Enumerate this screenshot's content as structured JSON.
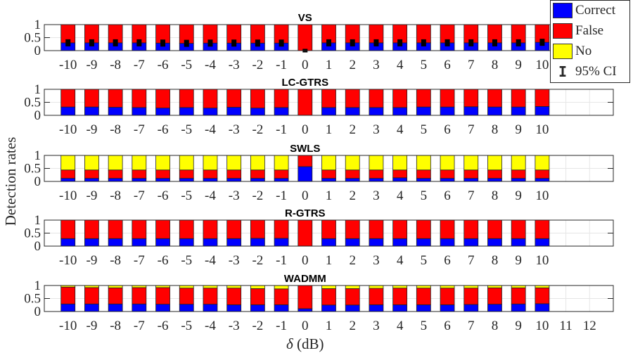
{
  "figure": {
    "ylabel": "Detection rates",
    "xlabel_symbol": "δ",
    "xlabel_unit": " (dB)"
  },
  "legend": {
    "items": [
      {
        "label": "Correct",
        "color": "#0000ff",
        "kind": "swatch"
      },
      {
        "label": "False",
        "color": "#ff0000",
        "kind": "swatch"
      },
      {
        "label": "No",
        "color": "#ffff00",
        "kind": "swatch"
      },
      {
        "label": "95% CI",
        "kind": "errorbar"
      }
    ]
  },
  "chart_data": {
    "type": "bar",
    "stacked": true,
    "x": [
      -10,
      -9,
      -8,
      -7,
      -6,
      -5,
      -4,
      -3,
      -2,
      -1,
      0,
      1,
      2,
      3,
      4,
      5,
      6,
      7,
      8,
      9,
      10
    ],
    "xlim": [
      -11,
      13
    ],
    "xticks_bottom_panel": [
      -10,
      -9,
      -8,
      -7,
      -6,
      -5,
      -4,
      -3,
      -2,
      -1,
      0,
      1,
      2,
      3,
      4,
      5,
      6,
      7,
      8,
      9,
      10,
      11,
      12
    ],
    "xlabel": "δ (dB)",
    "ylabel": "Detection rates",
    "ylim": [
      0,
      1
    ],
    "yticks": [
      "0",
      "0.5",
      "1"
    ],
    "grid": true,
    "legend_position": "top-right",
    "colors": {
      "Correct": "#0000ff",
      "False": "#ff0000",
      "No": "#ffff00"
    },
    "panels": [
      {
        "title": "VS",
        "series": [
          {
            "name": "Correct",
            "values": [
              0.3,
              0.3,
              0.3,
              0.3,
              0.29,
              0.28,
              0.29,
              0.29,
              0.29,
              0.29,
              0.0,
              0.3,
              0.3,
              0.3,
              0.3,
              0.3,
              0.3,
              0.3,
              0.3,
              0.3,
              0.32
            ]
          },
          {
            "name": "False",
            "values": [
              0.7,
              0.7,
              0.7,
              0.7,
              0.71,
              0.72,
              0.71,
              0.71,
              0.71,
              0.71,
              1.0,
              0.7,
              0.7,
              0.7,
              0.7,
              0.7,
              0.7,
              0.7,
              0.7,
              0.7,
              0.68
            ]
          },
          {
            "name": "No",
            "values": [
              0,
              0,
              0,
              0,
              0,
              0,
              0,
              0,
              0,
              0,
              0,
              0,
              0,
              0,
              0,
              0,
              0,
              0,
              0,
              0,
              0
            ]
          }
        ],
        "ci": true
      },
      {
        "title": "LC-GTRS",
        "series": [
          {
            "name": "Correct",
            "values": [
              0.32,
              0.32,
              0.31,
              0.3,
              0.28,
              0.3,
              0.28,
              0.31,
              0.28,
              0.3,
              0.0,
              0.3,
              0.3,
              0.3,
              0.3,
              0.32,
              0.32,
              0.33,
              0.32,
              0.32,
              0.34
            ]
          },
          {
            "name": "False",
            "values": [
              0.68,
              0.68,
              0.69,
              0.7,
              0.72,
              0.7,
              0.72,
              0.69,
              0.72,
              0.7,
              1.0,
              0.7,
              0.7,
              0.7,
              0.7,
              0.68,
              0.68,
              0.67,
              0.68,
              0.68,
              0.66
            ]
          },
          {
            "name": "No",
            "values": [
              0,
              0,
              0,
              0,
              0,
              0,
              0,
              0,
              0,
              0,
              0,
              0,
              0,
              0,
              0,
              0,
              0,
              0,
              0,
              0,
              0
            ]
          }
        ],
        "ci": false
      },
      {
        "title": "SWLS",
        "series": [
          {
            "name": "Correct",
            "values": [
              0.12,
              0.12,
              0.12,
              0.12,
              0.12,
              0.12,
              0.12,
              0.12,
              0.12,
              0.12,
              0.57,
              0.12,
              0.12,
              0.12,
              0.14,
              0.12,
              0.12,
              0.12,
              0.12,
              0.12,
              0.12
            ]
          },
          {
            "name": "False",
            "values": [
              0.32,
              0.32,
              0.32,
              0.32,
              0.32,
              0.32,
              0.32,
              0.32,
              0.32,
              0.32,
              0.43,
              0.32,
              0.32,
              0.32,
              0.3,
              0.32,
              0.32,
              0.32,
              0.32,
              0.32,
              0.32
            ]
          },
          {
            "name": "No",
            "values": [
              0.56,
              0.56,
              0.56,
              0.56,
              0.56,
              0.56,
              0.56,
              0.56,
              0.56,
              0.56,
              0.0,
              0.56,
              0.56,
              0.56,
              0.56,
              0.56,
              0.56,
              0.56,
              0.56,
              0.56,
              0.56
            ]
          }
        ],
        "ci": false
      },
      {
        "title": "R-GTRS",
        "series": [
          {
            "name": "Correct",
            "values": [
              0.29,
              0.29,
              0.29,
              0.29,
              0.29,
              0.29,
              0.29,
              0.29,
              0.3,
              0.3,
              0.0,
              0.29,
              0.29,
              0.29,
              0.29,
              0.29,
              0.29,
              0.29,
              0.29,
              0.29,
              0.29
            ]
          },
          {
            "name": "False",
            "values": [
              0.71,
              0.71,
              0.71,
              0.71,
              0.71,
              0.71,
              0.71,
              0.71,
              0.7,
              0.7,
              1.0,
              0.71,
              0.71,
              0.71,
              0.71,
              0.71,
              0.71,
              0.71,
              0.71,
              0.71,
              0.71
            ]
          },
          {
            "name": "No",
            "values": [
              0,
              0,
              0,
              0,
              0,
              0,
              0,
              0,
              0,
              0,
              0,
              0,
              0,
              0,
              0,
              0,
              0,
              0,
              0,
              0,
              0
            ]
          }
        ],
        "ci": false
      },
      {
        "title": "WADMM",
        "series": [
          {
            "name": "Correct",
            "values": [
              0.29,
              0.29,
              0.29,
              0.29,
              0.28,
              0.28,
              0.28,
              0.26,
              0.26,
              0.26,
              0.11,
              0.25,
              0.25,
              0.26,
              0.26,
              0.26,
              0.26,
              0.27,
              0.28,
              0.29,
              0.3
            ]
          },
          {
            "name": "False",
            "values": [
              0.65,
              0.63,
              0.62,
              0.63,
              0.64,
              0.62,
              0.62,
              0.64,
              0.62,
              0.61,
              0.89,
              0.63,
              0.63,
              0.63,
              0.64,
              0.64,
              0.64,
              0.63,
              0.63,
              0.62,
              0.61
            ]
          },
          {
            "name": "No",
            "values": [
              0.06,
              0.08,
              0.09,
              0.08,
              0.08,
              0.1,
              0.1,
              0.1,
              0.12,
              0.13,
              0.0,
              0.12,
              0.12,
              0.11,
              0.1,
              0.1,
              0.1,
              0.1,
              0.09,
              0.09,
              0.09
            ]
          }
        ],
        "ci": false
      }
    ]
  }
}
